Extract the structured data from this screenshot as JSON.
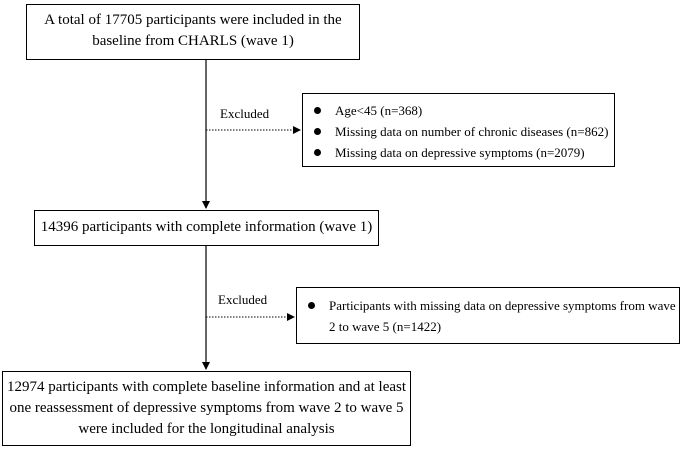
{
  "boxes": {
    "baseline": "A total of 17705 participants were included in the baseline from CHARLS (wave 1)",
    "complete": "14396 participants with complete information (wave 1)",
    "final": "12974 participants with complete baseline information and at least one reassessment of depressive symptoms from wave 2 to wave 5 were included for the longitudinal analysis"
  },
  "exclusions": {
    "first": {
      "label": "Excluded",
      "items": [
        "Age<45 (n=368)",
        "Missing data on number of chronic diseases (n=862)",
        "Missing data on depressive symptoms (n=2079)"
      ]
    },
    "second": {
      "label": "Excluded",
      "items": [
        "Participants with missing data on depressive symptoms from wave 2 to wave 5 (n=1422)"
      ]
    }
  }
}
